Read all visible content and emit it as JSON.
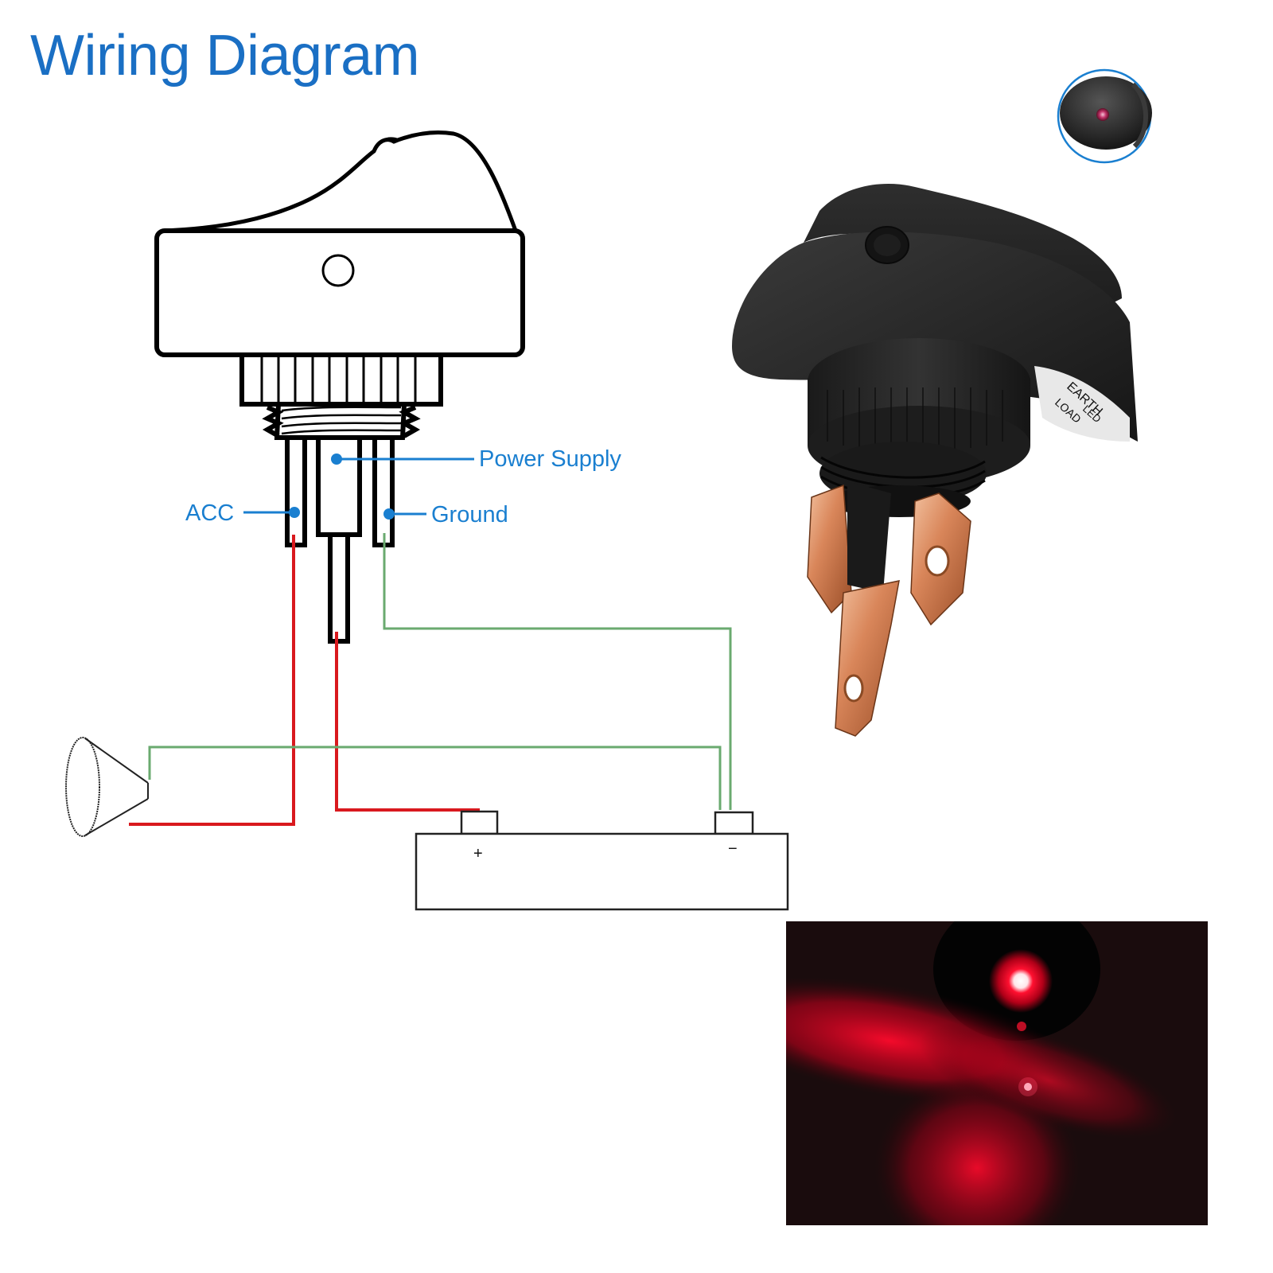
{
  "header": {
    "title": "Wiring Diagram"
  },
  "diagram": {
    "labels": {
      "power_supply": "Power Supply",
      "acc": "ACC",
      "ground": "Ground"
    },
    "battery": {
      "positive_symbol": "+",
      "negative_symbol": "−"
    },
    "colors": {
      "title": "#1a6fc4",
      "callout": "#1a7fd0",
      "positive_wire": "#d9191e",
      "ground_wire": "#6aaa6f",
      "outline": "#000000"
    },
    "wires": [
      {
        "name": "ACC",
        "color": "red",
        "from": "ACC terminal",
        "to": "lamp"
      },
      {
        "name": "Power Supply",
        "color": "red",
        "from": "center terminal",
        "to": "battery +"
      },
      {
        "name": "Ground",
        "color": "green",
        "from": "ground terminal",
        "to": "battery -"
      },
      {
        "name": "Lamp ground",
        "color": "green",
        "from": "lamp",
        "to": "battery -"
      }
    ]
  },
  "product_photo": {
    "terminal_label_line1": "EARTH",
    "terminal_label_line2": "LOAD",
    "terminal_label_line3": "LED"
  },
  "inset": {
    "description": "round rocker switch top view with red LED"
  },
  "lit_photo": {
    "description": "switch LED glowing red in darkness"
  }
}
